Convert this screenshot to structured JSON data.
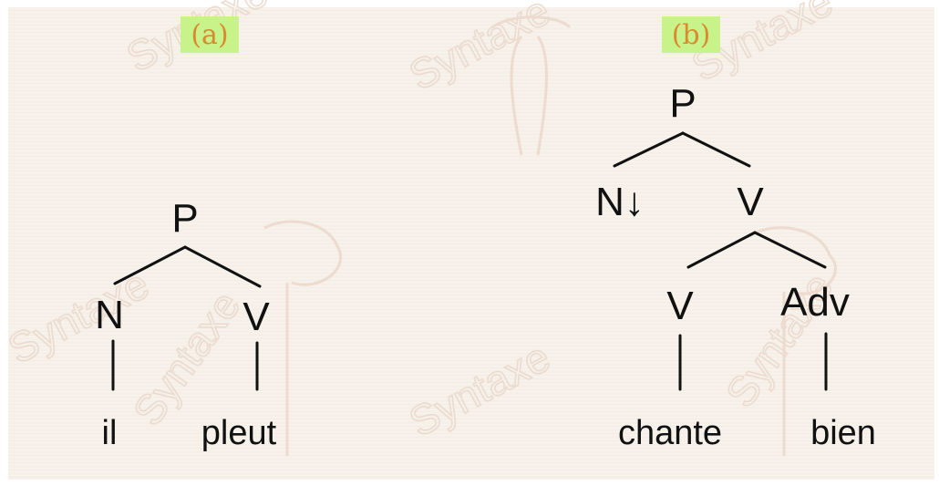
{
  "watermark": {
    "text": "Syntaxe",
    "color": "#ead9cc"
  },
  "trees": [
    {
      "label": "(a)",
      "nodes": {
        "root": "P",
        "n": "N",
        "v": "V",
        "il": "il",
        "pleut": "pleut"
      }
    },
    {
      "label": "(b)",
      "nodes": {
        "root": "P",
        "n_subst": "N↓",
        "v_top": "V",
        "v_low": "V",
        "adv": "Adv",
        "chante": "chante",
        "bien": "bien"
      }
    }
  ],
  "colors": {
    "label_highlight": "#c8f28a",
    "label_text": "#d98a2e",
    "ink": "#111111",
    "background": "#f5efe7"
  }
}
